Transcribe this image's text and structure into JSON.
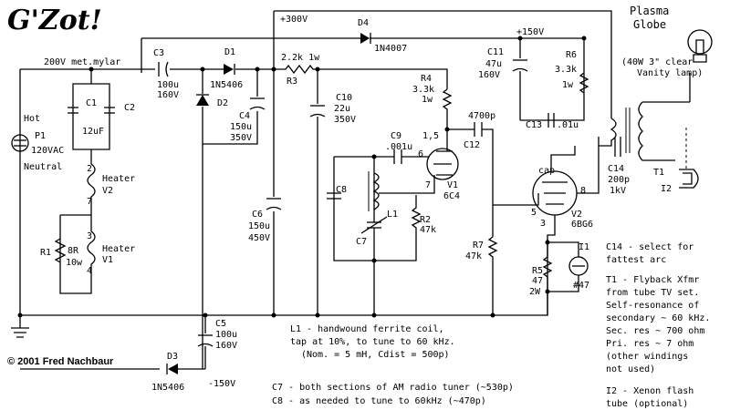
{
  "title": "G'Zot!",
  "copyright": "© 2001 Fred Nachbaur",
  "plasma_globe": [
    "Plasma",
    "Globe"
  ],
  "rails": {
    "v300": "+300V",
    "v150": "+150V",
    "vneg150": "-150V",
    "mains": "200V met.mylar"
  },
  "labels": {
    "hot": "Hot",
    "p1": "P1",
    "p1_val": "120VAC",
    "neutral": "Neutral",
    "c1": "C1",
    "c1_val": "12uF",
    "c2": "C2",
    "heater_v2": [
      "Heater",
      "V2"
    ],
    "heater_v1": [
      "Heater",
      "V1"
    ],
    "pin2": "2",
    "pin7a": "7",
    "pin3": "3",
    "pin4": "4",
    "r1": "R1",
    "r1_val": [
      "8R",
      "10w"
    ],
    "c3": "C3",
    "c3_val": [
      "100u",
      "160V"
    ],
    "d1": "D1",
    "d1_val": "1N5406",
    "d2": "D2",
    "c4": "C4",
    "c4_val": [
      "150u",
      "350V"
    ],
    "d4": "D4",
    "d4_val": "1N4007",
    "r3_val": "2.2k 1w",
    "r3": "R3",
    "c10": "C10",
    "c10_val": [
      "22u",
      "350V"
    ],
    "c6": "C6",
    "c6_val": [
      "150u",
      "450V"
    ],
    "c5": "C5",
    "c5_val": [
      "100u",
      "160V"
    ],
    "d3": "D3",
    "d3_val": "1N5406",
    "r4": "R4",
    "r4_val": [
      "3.3k",
      "1w"
    ],
    "c9": "C9",
    "c9_val": ".001u",
    "c8": "C8",
    "c7": "C7",
    "l1": "L1",
    "v1_pins": [
      "1,5",
      "6",
      "7"
    ],
    "v1": [
      "V1",
      "6C4"
    ],
    "r2": [
      "R2",
      "47k"
    ],
    "c12_val": "4700p",
    "c12": "C12",
    "r7": [
      "R7",
      "47k"
    ],
    "c11": "C11",
    "c11_val": [
      "47u",
      "160V"
    ],
    "r6": "R6",
    "r6_val": [
      "3.3k",
      "1w"
    ],
    "c13": "C13",
    "c13_val": ".01u",
    "cap": "cap",
    "v2_pins": [
      "8",
      "5",
      "3"
    ],
    "v2": [
      "V2",
      "6BG6"
    ],
    "c14": "C14",
    "c14_val": [
      "200p",
      "1kV"
    ],
    "t1": "T1",
    "lamp": [
      "(40W 3\" clear",
      "Vanity lamp)"
    ],
    "i1": "I1",
    "i1_val": "#47",
    "r5": [
      "R5",
      "47",
      "2W"
    ],
    "i2": "I2"
  },
  "notes": {
    "l1": [
      "L1 - handwound ferrite coil,",
      "tap at 10%, to tune to 60 kHz.",
      "(Nom. = 5 mH, Cdist = 500p)"
    ],
    "c7c8": [
      "C7 - both sections of AM radio tuner (~530p)",
      "C8 - as needed to tune to 60kHz (~470p)"
    ],
    "c14": [
      "C14 - select for",
      "fattest arc"
    ],
    "t1": [
      "T1 - Flyback Xfmr",
      "from tube TV set.",
      "Self-resonance of",
      "secondary ~ 60 kHz.",
      "Sec. res ~ 700 ohm",
      "Pri. res ~ 7 ohm",
      "(other windings",
      " not used)"
    ],
    "i2": [
      "I2 - Xenon flash",
      "tube (optional)"
    ]
  }
}
